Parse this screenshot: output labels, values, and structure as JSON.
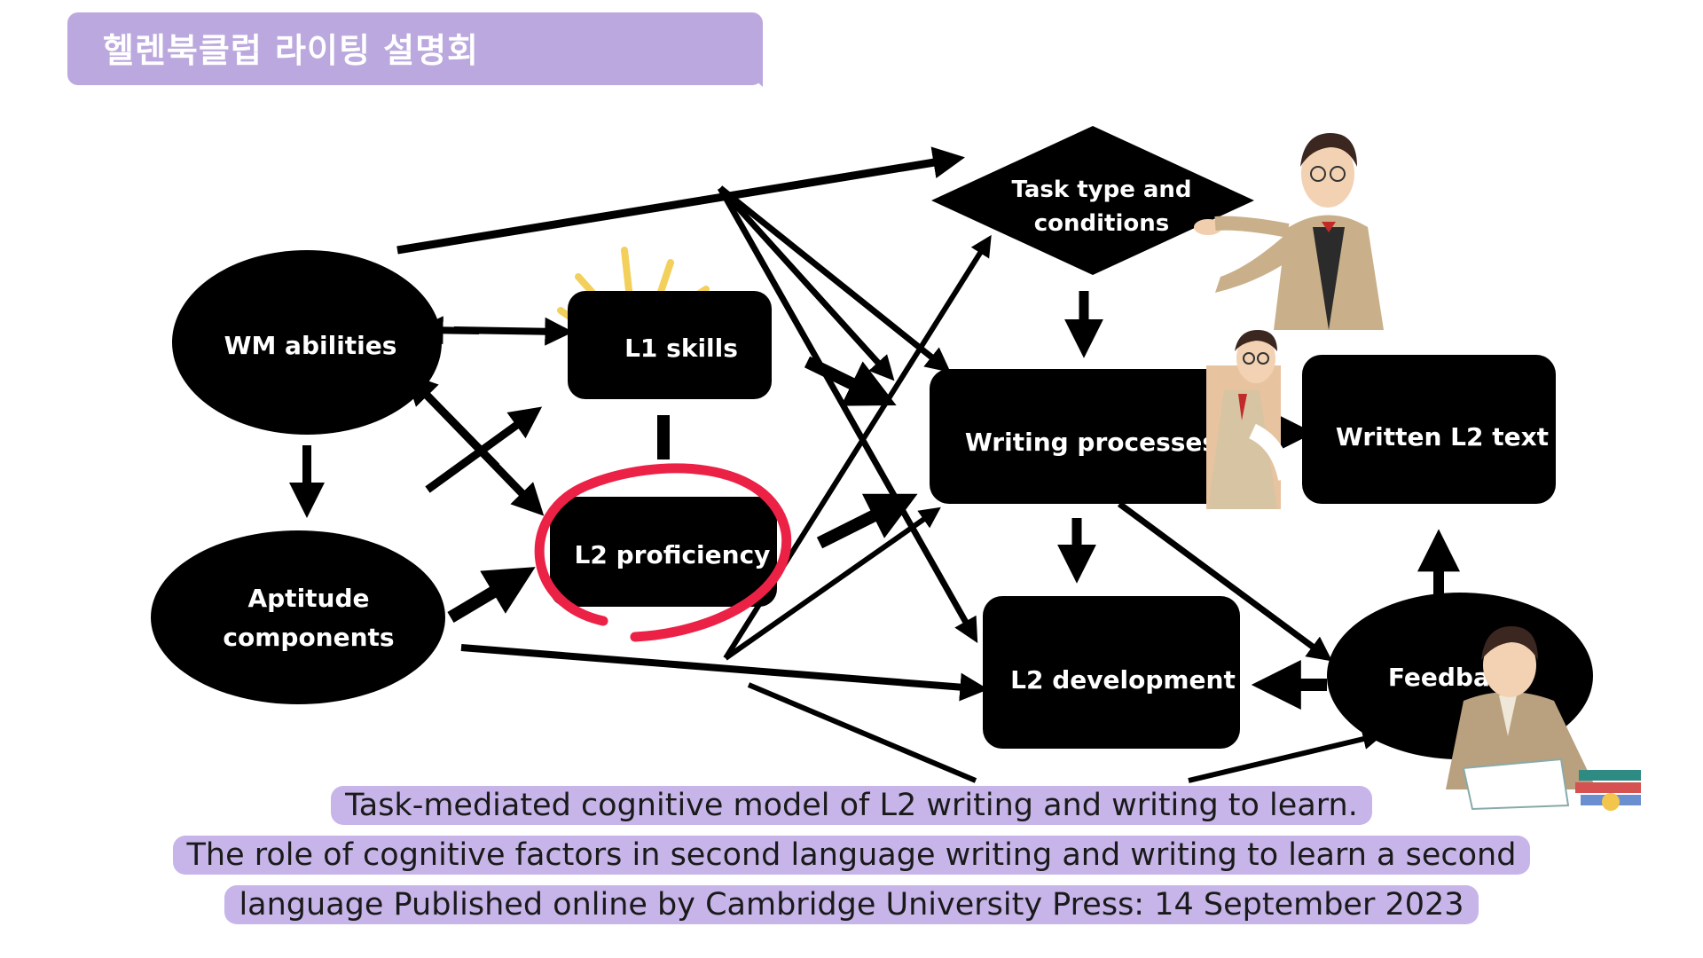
{
  "header": {
    "title": "헬렌북클럽 라이팅 설명회"
  },
  "nodes": {
    "wm": "WM abilities",
    "l1": "L1 skills",
    "l2prof": "L2 proficiency",
    "aptitude_1": "Aptitude",
    "aptitude_2": "components",
    "task_1": "Task type and",
    "task_2": "conditions",
    "writing": "Writing processes",
    "written": "Written L2 text",
    "l2dev": "L2 development",
    "feedback": "Feedback"
  },
  "caption": {
    "line1": "Task-mediated cognitive model of L2 writing and writing to learn.",
    "line2": "The role of cognitive factors in second language writing and writing to learn a second",
    "line3": "language Published online by Cambridge University Press:  14 September 2023"
  },
  "colors": {
    "accent": "#bba8de",
    "caption_bg": "#c7b5ea",
    "node": "#000000",
    "highlight_circle": "#ec2146",
    "sparkle": "#f3cf5b"
  },
  "icons": [
    "teacher-pointing-icon",
    "teacher-peeking-icon",
    "teacher-reading-icon",
    "books-icon",
    "sparkle-icon"
  ]
}
